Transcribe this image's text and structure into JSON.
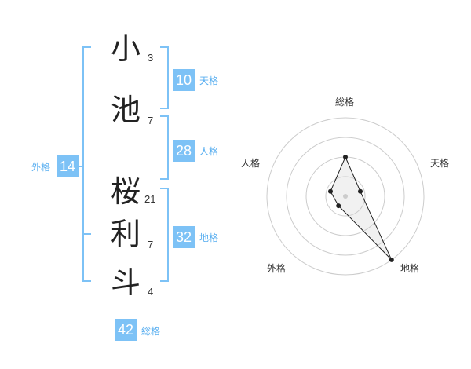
{
  "name": {
    "characters": [
      {
        "char": "小",
        "strokes": "3"
      },
      {
        "char": "池",
        "strokes": "7"
      },
      {
        "char": "桜",
        "strokes": "21"
      },
      {
        "char": "利",
        "strokes": "7"
      },
      {
        "char": "斗",
        "strokes": "4"
      }
    ]
  },
  "fortunes": {
    "tenkaku": {
      "value": "10",
      "label": "天格"
    },
    "jinkaku": {
      "value": "28",
      "label": "人格"
    },
    "chikaku": {
      "value": "32",
      "label": "地格"
    },
    "gaikaku": {
      "value": "14",
      "label": "外格"
    },
    "soukaku": {
      "value": "42",
      "label": "総格"
    }
  },
  "colors": {
    "accent": "#7dc2f6",
    "accent_text": "#58aef0",
    "grid": "#cccccc",
    "polygon": "#222222"
  },
  "chart_data": {
    "type": "radar",
    "axes": [
      "総格",
      "天格",
      "地格",
      "外格",
      "人格"
    ],
    "values": [
      0.5,
      0.2,
      1.0,
      0.15,
      0.2
    ],
    "range": [
      0,
      1
    ],
    "rings": 4
  }
}
